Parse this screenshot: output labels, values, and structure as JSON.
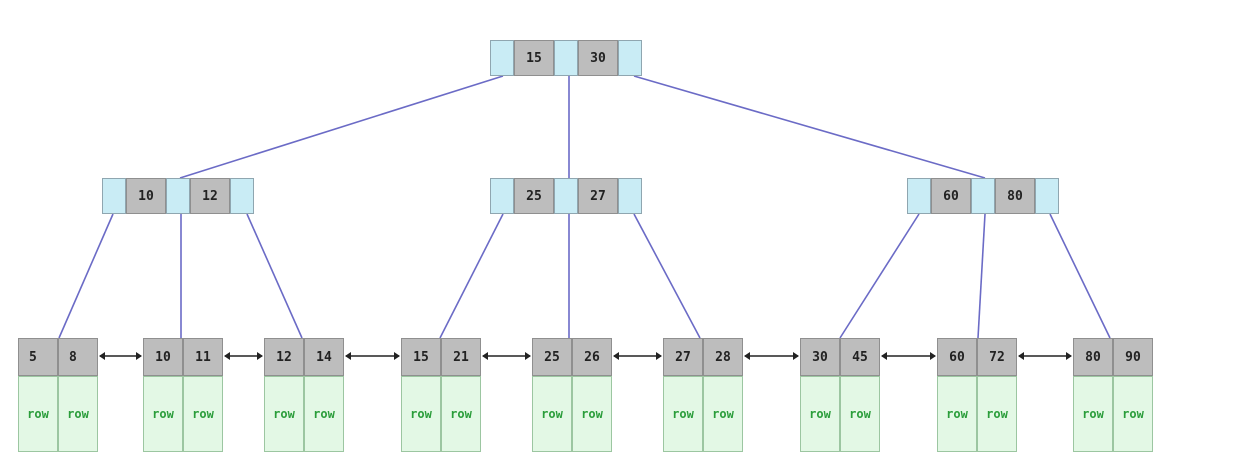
{
  "colors": {
    "pointer_cell": "#c9ecf5",
    "key_cell": "#bdbdbd",
    "row_cell": "#e3f8e5",
    "row_text": "#2a9d3a",
    "edge": "#6b6bc6"
  },
  "root": {
    "keys": [
      "15",
      "30"
    ]
  },
  "internal": [
    {
      "keys": [
        "10",
        "12"
      ]
    },
    {
      "keys": [
        "25",
        "27"
      ]
    },
    {
      "keys": [
        "60",
        "80"
      ]
    }
  ],
  "leaves": [
    {
      "keys": [
        "5",
        "8"
      ],
      "rows": [
        "row",
        "row"
      ]
    },
    {
      "keys": [
        "10",
        "11"
      ],
      "rows": [
        "row",
        "row"
      ]
    },
    {
      "keys": [
        "12",
        "14"
      ],
      "rows": [
        "row",
        "row"
      ]
    },
    {
      "keys": [
        "15",
        "21"
      ],
      "rows": [
        "row",
        "row"
      ]
    },
    {
      "keys": [
        "25",
        "26"
      ],
      "rows": [
        "row",
        "row"
      ]
    },
    {
      "keys": [
        "27",
        "28"
      ],
      "rows": [
        "row",
        "row"
      ]
    },
    {
      "keys": [
        "30",
        "45"
      ],
      "rows": [
        "row",
        "row"
      ]
    },
    {
      "keys": [
        "60",
        "72"
      ],
      "rows": [
        "row",
        "row"
      ]
    },
    {
      "keys": [
        "80",
        "90"
      ],
      "rows": [
        "row",
        "row"
      ]
    }
  ]
}
